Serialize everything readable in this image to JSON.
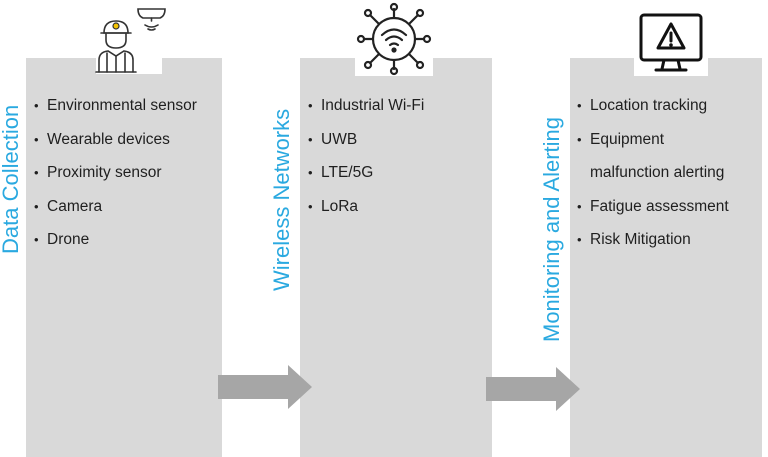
{
  "columns": [
    {
      "id": "data-collection",
      "title": "Data Collection",
      "icon": "worker-with-sensor-icon",
      "items": [
        [
          "Environmental sensor"
        ],
        [
          "Wearable devices"
        ],
        [
          "Proximity sensor"
        ],
        [
          "Camera"
        ],
        [
          "Drone"
        ]
      ]
    },
    {
      "id": "wireless-networks",
      "title": "Wireless Networks",
      "icon": "wireless-network-hub-icon",
      "items": [
        [
          "Industrial Wi-Fi"
        ],
        [
          "UWB"
        ],
        [
          "LTE/5G"
        ],
        [
          "LoRa"
        ]
      ]
    },
    {
      "id": "monitoring-alerting",
      "title": "Monitoring and Alerting",
      "icon": "monitor-warning-icon",
      "items": [
        [
          "Location tracking"
        ],
        [
          "Equipment",
          "malfunction alerting"
        ],
        [
          "Fatigue assessment"
        ],
        [
          "Risk Mitigation"
        ]
      ]
    }
  ],
  "colors": {
    "title": "#2aa9e0",
    "panel": "#d9d9d9",
    "arrow": "#a6a6a6",
    "text": "#1f1f1f"
  },
  "arrows": [
    {
      "from": "data-collection",
      "to": "wireless-networks"
    },
    {
      "from": "wireless-networks",
      "to": "monitoring-alerting"
    }
  ]
}
